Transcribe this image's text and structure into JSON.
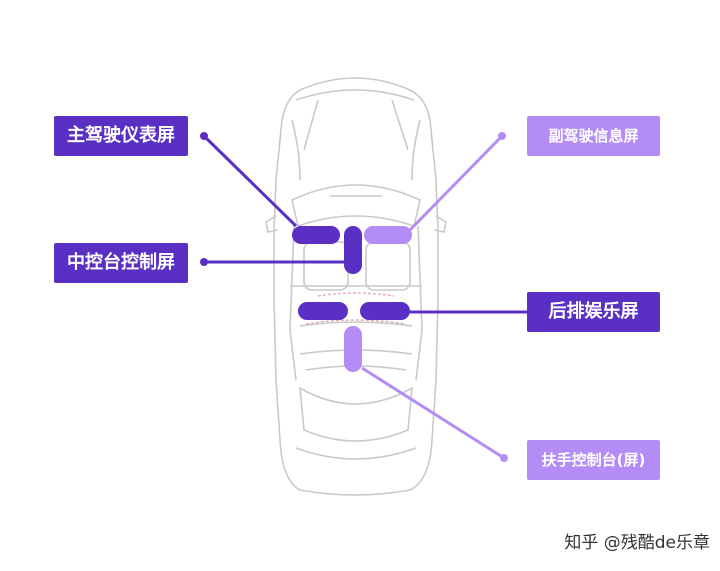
{
  "labels": {
    "driver_cluster": "主驾驶仪表屏",
    "center_console": "中控台控制屏",
    "passenger": "副驾驶信息屏",
    "rear_entertainment": "后排娱乐屏",
    "armrest": "扶手控制台(屏)"
  },
  "watermark": "知乎 @残酷de乐章",
  "colors": {
    "primary": "#5a2fc4",
    "secondary": "#b48cf5",
    "car_outline": "#c8c8c8",
    "rear_outline": "#e8b0b0"
  }
}
